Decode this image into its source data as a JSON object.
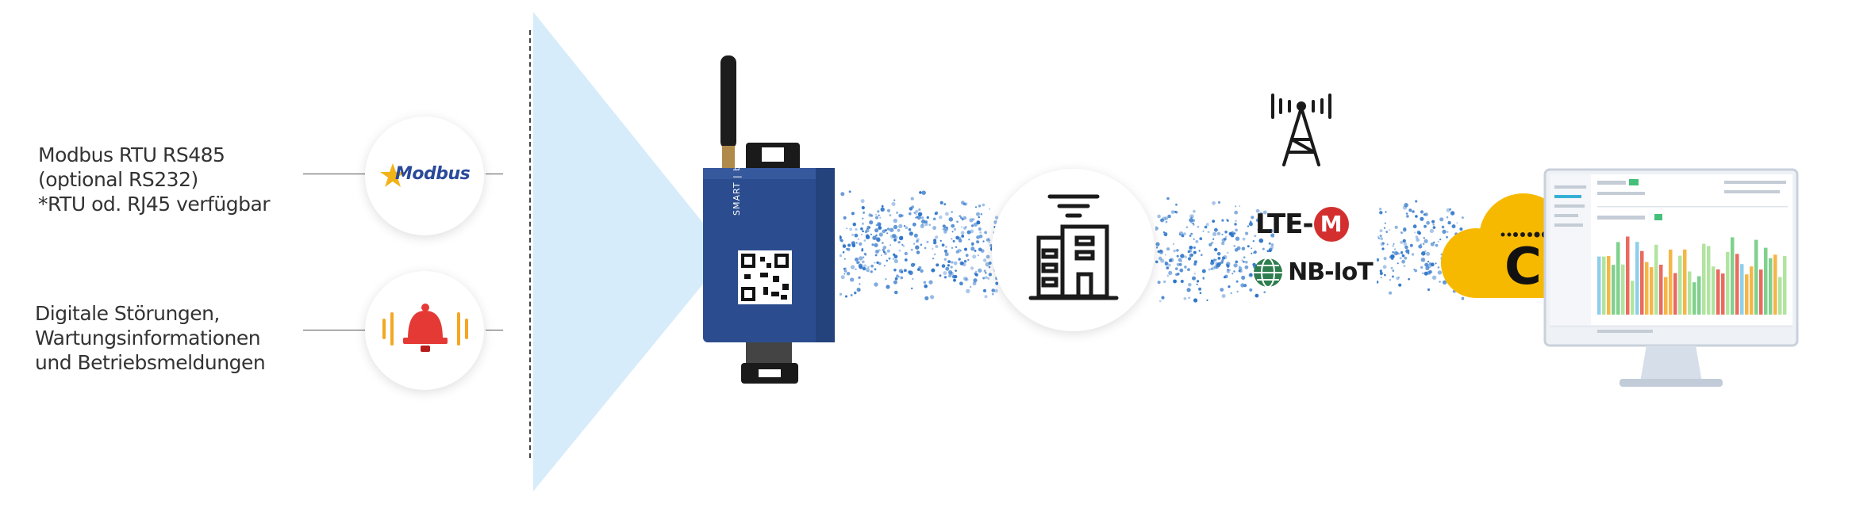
{
  "inputs": [
    {
      "lines": [
        "Modbus RTU RS485",
        "(optional RS232)",
        "*RTU od. RJ45 verfügbar"
      ],
      "icon": "modbus-logo",
      "logo_text": "Modbus"
    },
    {
      "lines": [
        "Digitale Störungen,",
        "Wartungsinformationen",
        "und Betriebsmeldungen"
      ],
      "icon": "alarm-bell-icon"
    }
  ],
  "device": {
    "brand": "SMART",
    "brand2": "bsmr",
    "icon": "gateway-device"
  },
  "building": {
    "icon": "building-icon"
  },
  "network": {
    "tower_icon": "cell-tower-icon",
    "lte_label": "LTE-",
    "lte_badge": "M",
    "nbiot_label": "NB-IoT"
  },
  "cloud": {
    "letter": "C",
    "icon": "cloud-icon"
  },
  "monitor": {
    "icon": "dashboard-monitor"
  },
  "colors": {
    "accent_blue": "#2b4d8f",
    "funnel": "#d7ecfa",
    "cloud": "#f7b900",
    "dot_blue": "#2d74c9",
    "alarm_red": "#e53935",
    "alarm_orange": "#f5a623"
  }
}
